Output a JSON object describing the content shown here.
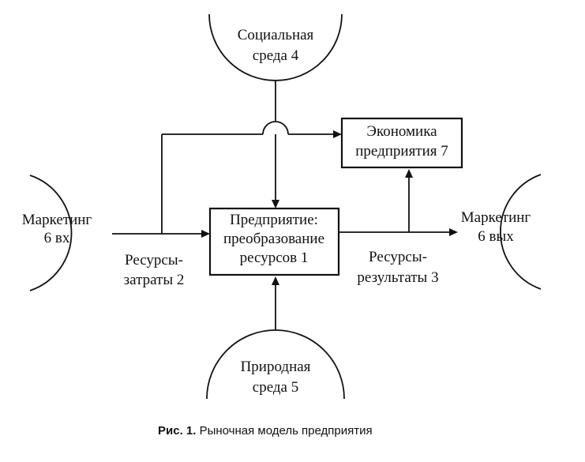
{
  "nodes": {
    "social": {
      "line1": "Социальная",
      "line2": "среда 4"
    },
    "economy": {
      "line1": "Экономика",
      "line2": "предприятия 7"
    },
    "enterprise": {
      "line1": "Предприятие:",
      "line2": "преобразование",
      "line3": "ресурсов 1"
    },
    "marketing_in": {
      "line1": "Маркетинг",
      "line2": "6 вх"
    },
    "marketing_out": {
      "line1": "Маркетинг",
      "line2": "6 вых"
    },
    "natural": {
      "line1": "Природная",
      "line2": "среда 5"
    }
  },
  "edge_labels": {
    "inputs": {
      "line1": "Ресурсы-",
      "line2": "затраты 2"
    },
    "outputs": {
      "line1": "Ресурсы-",
      "line2": "результаты 3"
    }
  },
  "caption": {
    "prefix": "Рис. 1.",
    "text": " Рыночная модель предприятия"
  }
}
